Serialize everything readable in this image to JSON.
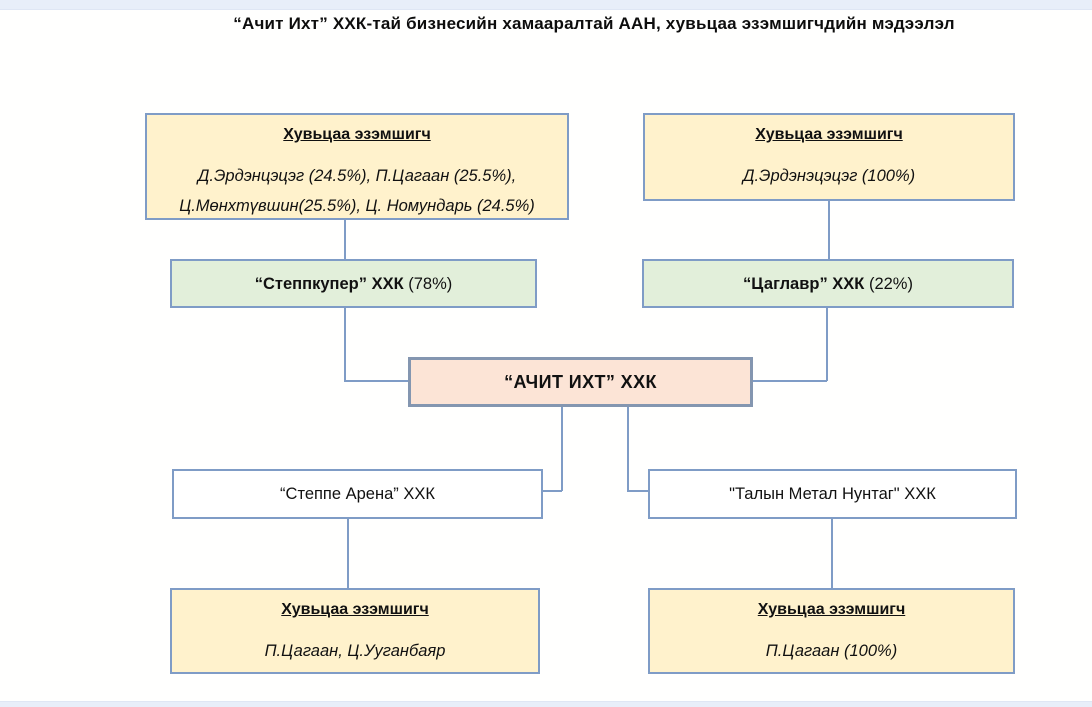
{
  "title": "“Ачит Ихт” ХХК-тай бизнесийн хамааралтай ААН, хувьцаа эзэмшигчдийн мэдээлэл",
  "diagram": {
    "top_left_shareholders": {
      "header": "Хувьцаа эзэмшигч",
      "lines": [
        "Д.Эрдэнцэцэг (24.5%), П.Цагаан (25.5%),",
        "Ц.Мөнхтүвшин(25.5%), Ц. Номундарь (24.5%)"
      ]
    },
    "top_right_shareholders": {
      "header": "Хувьцаа эзэмшигч",
      "lines": [
        "Д.Эрдэнэцэцэг (100%)"
      ]
    },
    "company_steppcooper": {
      "name": "“Степпкупер” ХХК",
      "share": " (78%)"
    },
    "company_tsaglavr": {
      "name": "“Цаглавр” ХХК",
      "share": " (22%)"
    },
    "company_central": {
      "name": "“АЧИТ ИХТ” ХХК"
    },
    "company_steppe_arena": {
      "name": "“Степпе Арена” ХХК"
    },
    "company_talyn_metal": {
      "name": "\"Талын Метал Нунтаг\" ХХК"
    },
    "bottom_left_shareholders": {
      "header": "Хувьцаа эзэмшигч",
      "lines": [
        "П.Цагаан, Ц.Ууганбаяр"
      ]
    },
    "bottom_right_shareholders": {
      "header": "Хувьцаа эзэмшигч",
      "lines": [
        "П.Цагаан (100%)"
      ]
    }
  },
  "colors": {
    "shareholder_box_fill": "#FFF2CC",
    "subsidiary_box_fill": "#E2EFDA",
    "central_box_fill": "#FCE4D6",
    "plain_box_fill": "#FFFFFF",
    "box_border": "#7F9CC6",
    "central_box_border": "#8496B0",
    "connector": "#7F9CC6",
    "page_edge_strip": "#E8EEF9",
    "text": "#111111"
  }
}
